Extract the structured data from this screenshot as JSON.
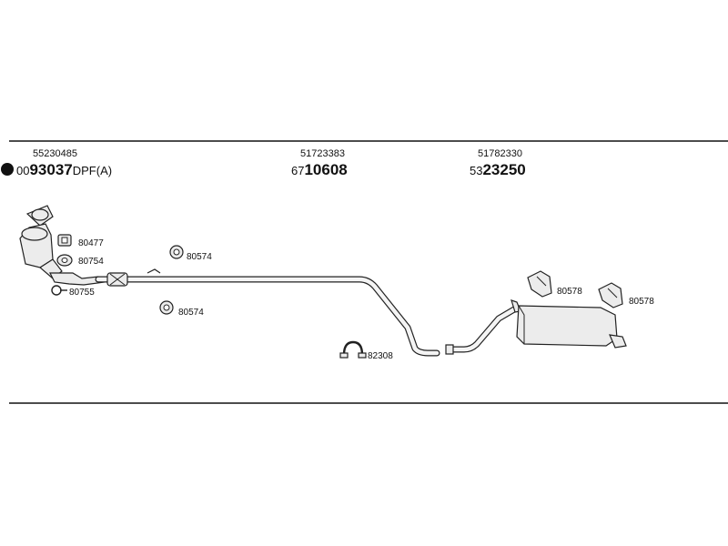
{
  "header": {
    "front": {
      "part_no": "55230485",
      "code_prefix": "00",
      "code_main": "93037",
      "code_suffix": "DPF(A)"
    },
    "middle": {
      "part_no": "51723383",
      "code_prefix": "67",
      "code_main": "10608"
    },
    "rear": {
      "part_no": "51782330",
      "code_prefix": "53",
      "code_main": "23250"
    }
  },
  "callouts": {
    "gasket_top": "80477",
    "gasket_flange": "80754",
    "clamp_front": "80755",
    "mount_upper": "80574",
    "mount_lower": "80574",
    "clamp_mid": "82308",
    "hanger_left": "80578",
    "hanger_right": "80578"
  }
}
